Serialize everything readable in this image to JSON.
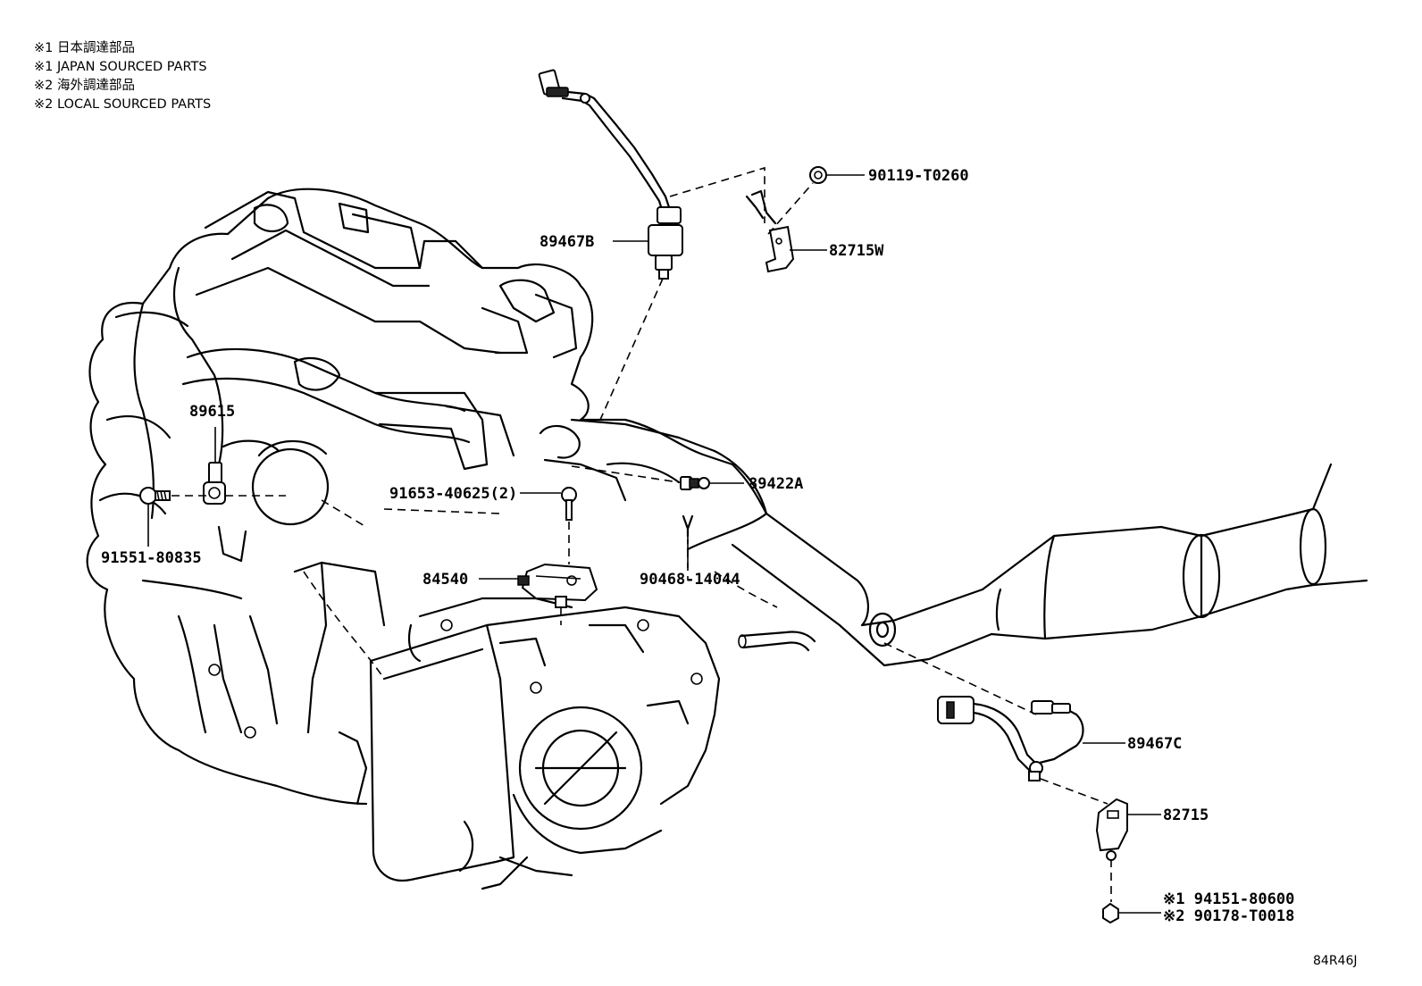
{
  "notes": [
    "※1 日本調達部品",
    "※1 JAPAN SOURCED PARTS",
    "※2 海外調達部品",
    "※2 LOCAL SOURCED PARTS"
  ],
  "callouts": {
    "p90119": "90119-T0260",
    "p82715W": "82715W",
    "p89467B": "89467B",
    "p89615": "89615",
    "p89422A": "89422A",
    "p91653": "91653-40625(2)",
    "p91551": "91551-80835",
    "p84540": "84540",
    "p90468": "90468-14044",
    "p89467C": "89467C",
    "p82715": "82715",
    "p94151": "※1 94151-80600",
    "p90178": "※2 90178-T0018"
  },
  "diagram_id": "84R46J"
}
